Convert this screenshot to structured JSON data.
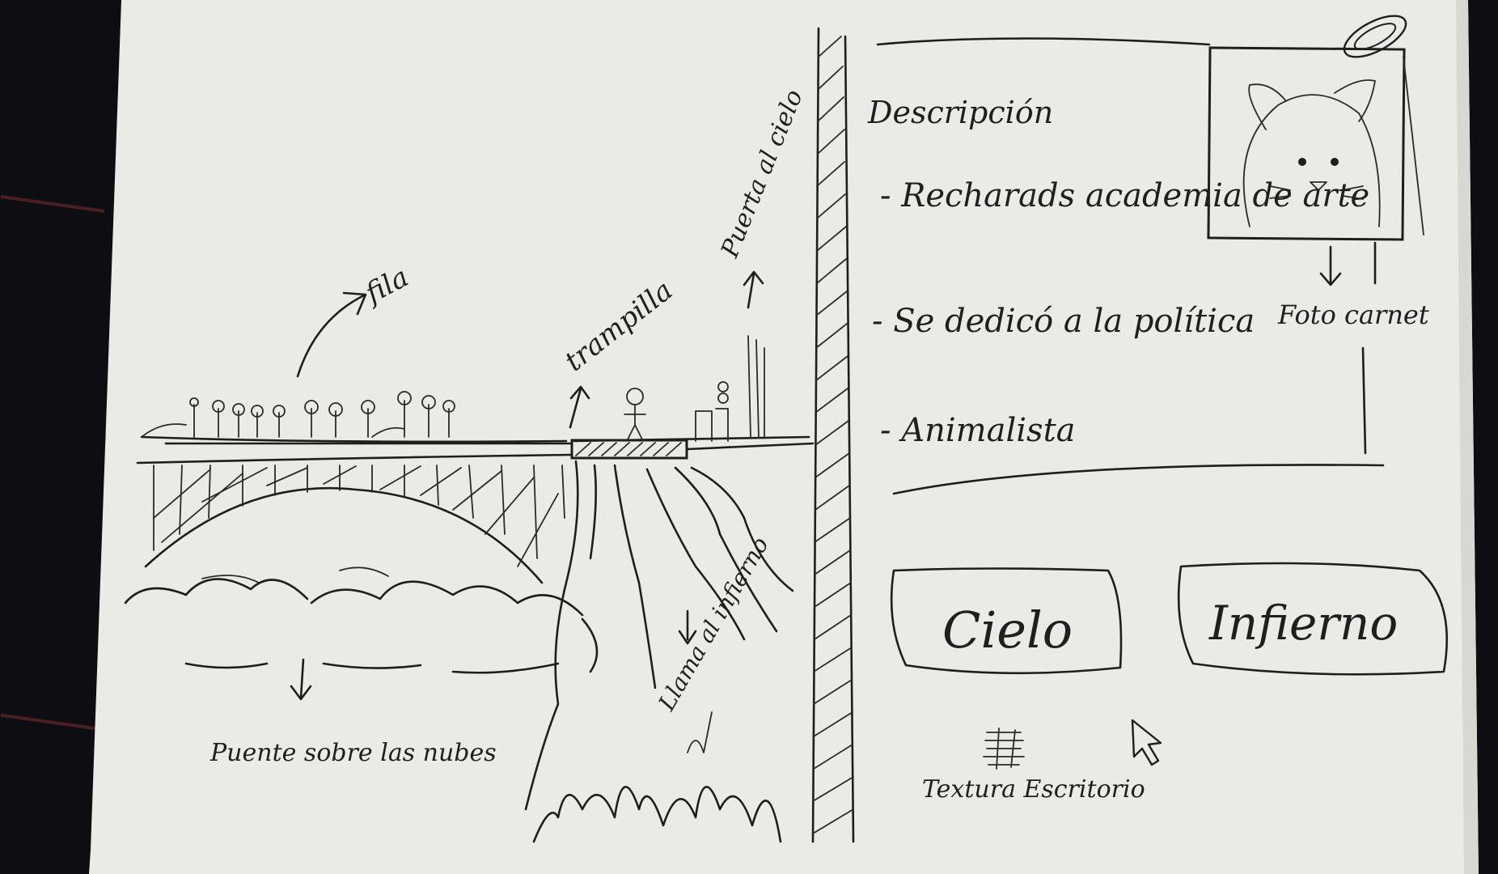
{
  "sketch": {
    "left_panel": {
      "label_fila": "fila",
      "label_trampilla": "trampilla",
      "label_puerta_cielo": "Puerta al cielo",
      "label_puente": "Puente sobre las nubes",
      "label_llama": "Llama al infierno"
    },
    "right_panel": {
      "description_heading": "Descripción",
      "description_items": [
        "- Recharads academia de arte",
        "- Se dedicó a la política",
        "- Animalista"
      ],
      "photo_label": "Foto carnet",
      "button_cielo": "Cielo",
      "button_infierno": "Infierno",
      "texture_label": "Textura Escritorio"
    },
    "colors": {
      "paper": "#ecebe7",
      "ink": "#1e1e1e",
      "background": "#0e0e12"
    }
  }
}
